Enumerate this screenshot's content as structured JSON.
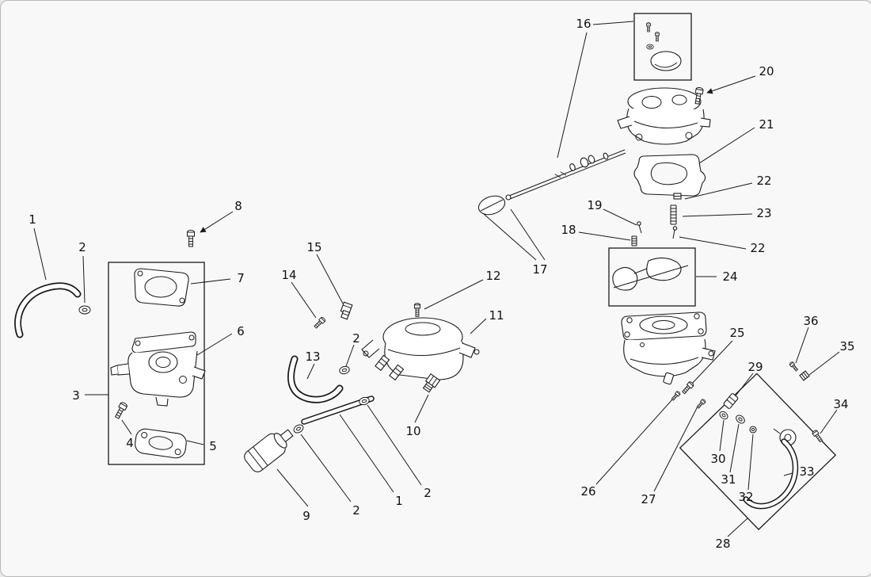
{
  "figure": {
    "background": "#f8f8f8",
    "line_color": "#1a1a1a",
    "part_fill": "#ffffff"
  },
  "callouts": [
    {
      "label": "1"
    },
    {
      "label": "2"
    },
    {
      "label": "8"
    },
    {
      "label": "7"
    },
    {
      "label": "3"
    },
    {
      "label": "6"
    },
    {
      "label": "4"
    },
    {
      "label": "5"
    },
    {
      "label": "15"
    },
    {
      "label": "14"
    },
    {
      "label": "13"
    },
    {
      "label": "2"
    },
    {
      "label": "12"
    },
    {
      "label": "11"
    },
    {
      "label": "10"
    },
    {
      "label": "9"
    },
    {
      "label": "2"
    },
    {
      "label": "1"
    },
    {
      "label": "2"
    },
    {
      "label": "16"
    },
    {
      "label": "20"
    },
    {
      "label": "21"
    },
    {
      "label": "22"
    },
    {
      "label": "23"
    },
    {
      "label": "22"
    },
    {
      "label": "19"
    },
    {
      "label": "18"
    },
    {
      "label": "17"
    },
    {
      "label": "24"
    },
    {
      "label": "25"
    },
    {
      "label": "36"
    },
    {
      "label": "35"
    },
    {
      "label": "29"
    },
    {
      "label": "34"
    },
    {
      "label": "26"
    },
    {
      "label": "27"
    },
    {
      "label": "30"
    },
    {
      "label": "31"
    },
    {
      "label": "32"
    },
    {
      "label": "33"
    },
    {
      "label": "28"
    }
  ]
}
